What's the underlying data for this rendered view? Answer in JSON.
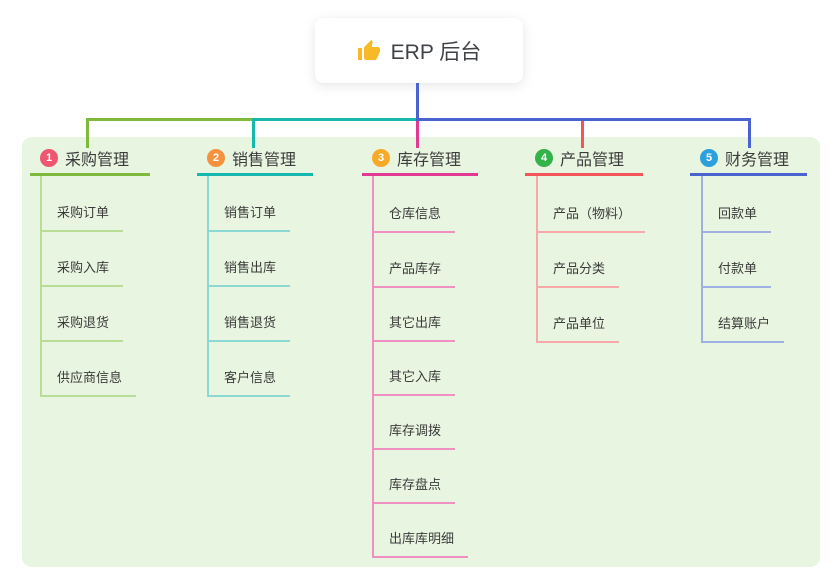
{
  "root": {
    "label": "ERP 后台",
    "icon": "thumbs-up"
  },
  "branches": [
    {
      "index": "1",
      "label": "采购管理",
      "children": [
        "采购订单",
        "采购入库",
        "采购退货",
        "供应商信息"
      ]
    },
    {
      "index": "2",
      "label": "销售管理",
      "children": [
        "销售订单",
        "销售出库",
        "销售退货",
        "客户信息"
      ]
    },
    {
      "index": "3",
      "label": "库存管理",
      "children": [
        "仓库信息",
        "产品库存",
        "其它出库",
        "其它入库",
        "库存调拨",
        "库存盘点",
        "出库库明细"
      ]
    },
    {
      "index": "4",
      "label": "产品管理",
      "children": [
        "产品（物料）",
        "产品分类",
        "产品单位"
      ]
    },
    {
      "index": "5",
      "label": "财务管理",
      "children": [
        "回款单",
        "付款单",
        "结算账户"
      ]
    }
  ],
  "colors": {
    "canvas_bg": "#ffffff",
    "panel_bg": "#e8f5e1",
    "root_line": "#4a63cf",
    "thumb_icon": "#f7b928",
    "branches": [
      {
        "line": "#7fba3d",
        "light": "#b9dc96",
        "badge": "#f05672"
      },
      {
        "line": "#16b8ad",
        "light": "#8ad9d2",
        "badge": "#f6913e"
      },
      {
        "line": "#e23a93",
        "light": "#f090c2",
        "badge": "#f9a928"
      },
      {
        "line": "#f2555a",
        "light": "#f8a8a8",
        "badge": "#33b348"
      },
      {
        "line": "#4a63cf",
        "light": "#9fb0e5",
        "badge": "#2ba0dc"
      }
    ]
  }
}
